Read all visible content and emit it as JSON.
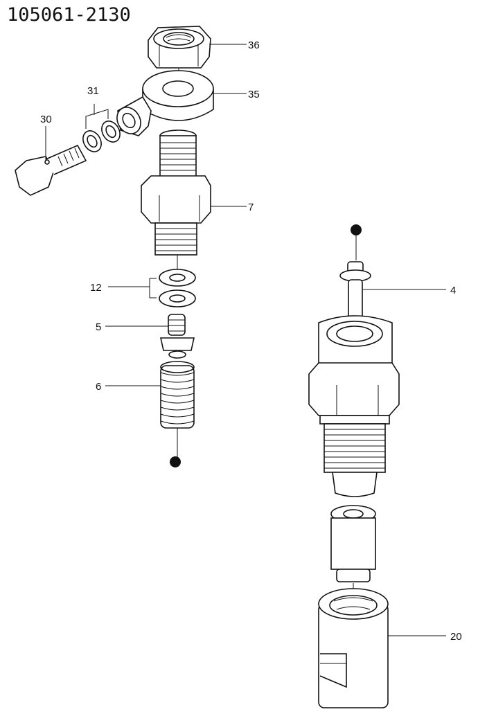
{
  "part_number": "105061-2130",
  "callouts": {
    "c36": "36",
    "c35": "35",
    "c31": "31",
    "c30": "30",
    "c7": "7",
    "c12": "12",
    "c5": "5",
    "c6": "6",
    "c4": "4",
    "c20": "20"
  }
}
